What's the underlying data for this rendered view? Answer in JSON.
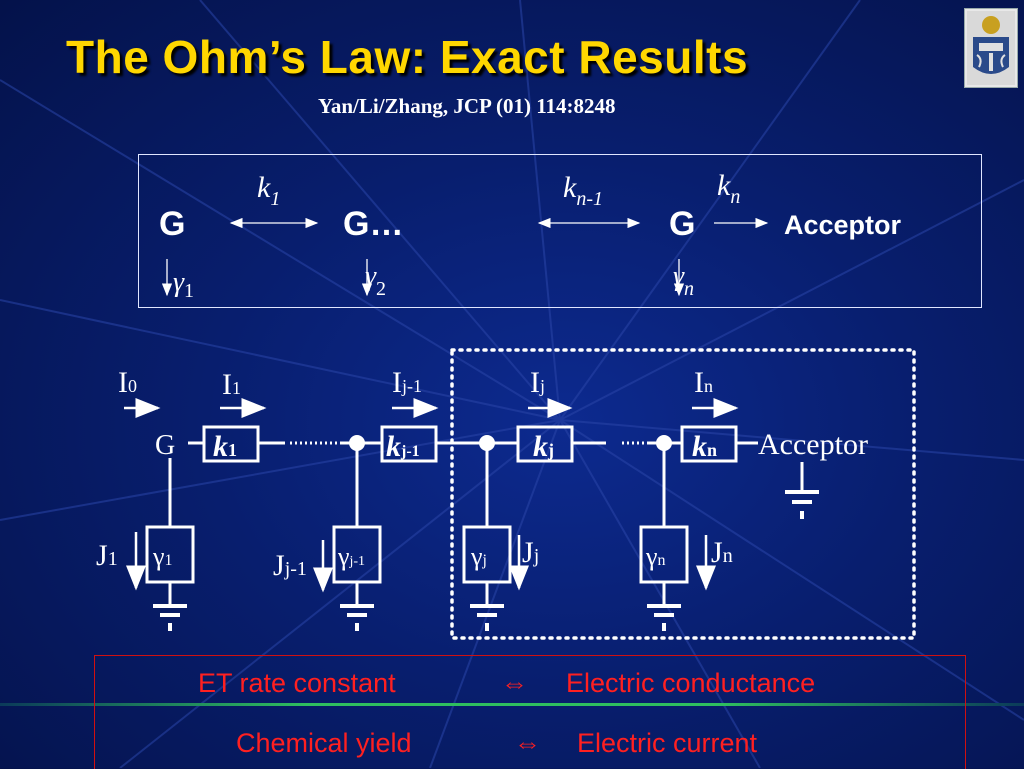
{
  "slide": {
    "title": "The Ohm’s Law: Exact Results",
    "citation": "Yan/Li/Zhang, JCP (01) 114:8248"
  },
  "scheme": {
    "site_1": "G",
    "site_2": "G…",
    "site_n": "G",
    "acceptor": "Acceptor",
    "k_1": {
      "symbol": "k",
      "sub": "1"
    },
    "k_n_minus_1": {
      "symbol": "k",
      "sub": "n-1"
    },
    "k_n": {
      "symbol": "k",
      "sub": "n"
    },
    "gamma_1": {
      "symbol": "γ",
      "sub": "1"
    },
    "gamma_2": {
      "symbol": "γ",
      "sub": "2"
    },
    "gamma_n": {
      "symbol": "γ",
      "sub": "n"
    }
  },
  "circuit": {
    "node_label": "G",
    "acceptor": "Acceptor",
    "currents": [
      {
        "base": "I",
        "sub": "0"
      },
      {
        "base": "I",
        "sub": "1"
      },
      {
        "base": "I",
        "sub": "j-1"
      },
      {
        "base": "I",
        "sub": "j"
      },
      {
        "base": "I",
        "sub": "n"
      }
    ],
    "resistors": [
      {
        "base": "k",
        "sub": "1"
      },
      {
        "base": "k",
        "sub": "j-1"
      },
      {
        "base": "k",
        "sub": "j"
      },
      {
        "base": "k",
        "sub": "n"
      }
    ],
    "branch_resistors": [
      {
        "base": "γ",
        "sub": "1"
      },
      {
        "base": "γ",
        "sub": "j-1"
      },
      {
        "base": "γ",
        "sub": "j"
      },
      {
        "base": "γ",
        "sub": "n"
      }
    ],
    "branch_currents": [
      {
        "base": "J",
        "sub": "1"
      },
      {
        "base": "J",
        "sub": "j-1"
      },
      {
        "base": "J",
        "sub": "j"
      },
      {
        "base": "J",
        "sub": "n"
      }
    ]
  },
  "analogy": {
    "row1_left": "ET rate constant",
    "row1_right": "Electric conductance",
    "row2_left": "Chemical yield",
    "row2_right": "Electric current",
    "equivalence_symbol": "⇔"
  },
  "colors": {
    "title": "#ffd700",
    "analogy_text": "#ff2020",
    "background": "#081e6e"
  }
}
